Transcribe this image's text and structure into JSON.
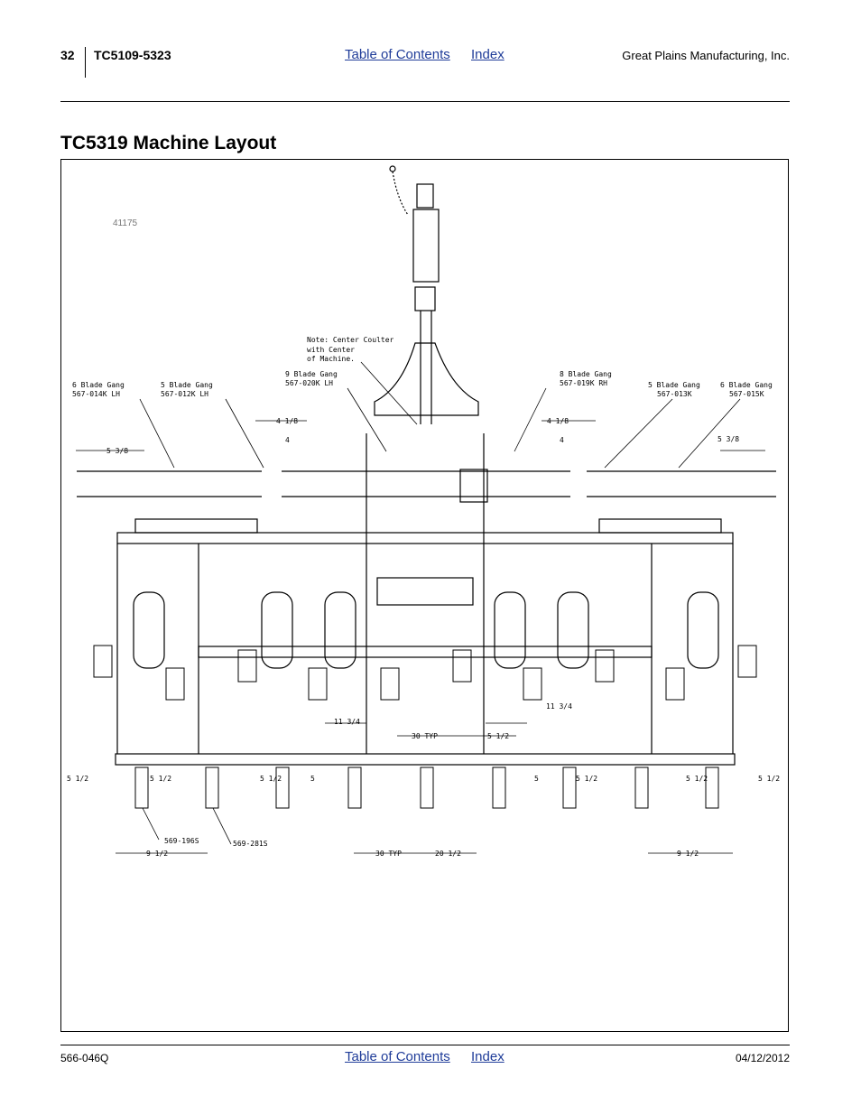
{
  "header": {
    "page_number": "32",
    "model": "TC5109-5323",
    "toc_link": "Table of Contents",
    "index_link": "Index",
    "company": "Great Plains Manufacturing, Inc."
  },
  "title": "TC5319 Machine Layout",
  "figure": {
    "id": "41175",
    "note": [
      "Note: Center Coulter",
      "with Center",
      "of Machine."
    ],
    "callouts": {
      "g1": [
        "6 Blade Gang",
        "567-014K LH"
      ],
      "g2": [
        "5 Blade Gang",
        "567-012K LH"
      ],
      "g3": [
        "9 Blade Gang",
        "567-020K LH"
      ],
      "g4": [
        "8 Blade Gang",
        "567-019K RH"
      ],
      "g5": [
        "5 Blade Gang",
        "567-013K"
      ],
      "g6": [
        "6 Blade Gang",
        "567-015K"
      ]
    },
    "parts": {
      "p1": "569-196S",
      "p2": "569-281S"
    },
    "dims": {
      "d418": "4 1/8",
      "d4": "4",
      "d538": "5 3/8",
      "d1134": "11 3/4",
      "d30typ": "30 TYP",
      "d512": "5 1/2",
      "d5": "5",
      "d912": "9 1/2",
      "d2012": "20 1/2"
    }
  },
  "footer": {
    "doc_number": "566-046Q",
    "toc_link": "Table of Contents",
    "index_link": "Index",
    "date": "04/12/2012"
  }
}
